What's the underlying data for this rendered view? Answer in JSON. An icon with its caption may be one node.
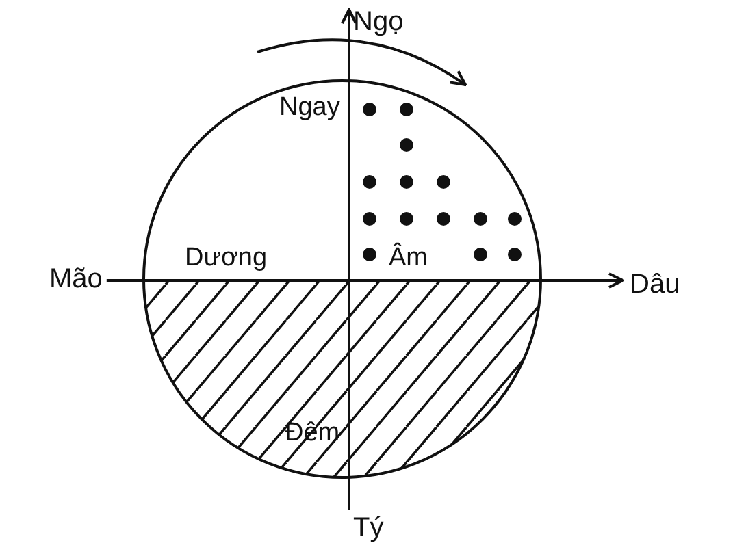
{
  "diagram": {
    "nodes": [
      {
        "text": [
          "Ngọ"
        ]
      },
      {
        "text": [
          "Mão"
        ]
      },
      {
        "text": [
          "Dâu"
        ]
      },
      {
        "text": [
          "Tý"
        ]
      }
    ],
    "edges": [
      {
        "from": 1,
        "to": 2,
        "arrow": "to"
      },
      {
        "from": 3,
        "to": 0,
        "arrow": "to"
      }
    ],
    "labels": [
      "Ngay",
      "Dương",
      "Âm",
      "Đêm"
    ]
  }
}
